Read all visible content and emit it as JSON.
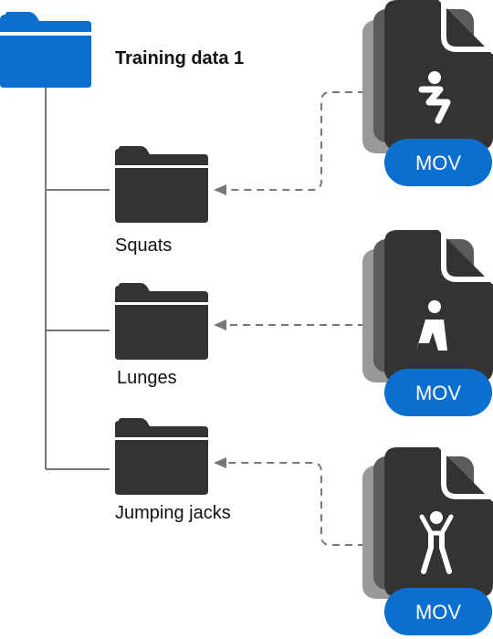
{
  "root_folder": {
    "label": "Training data 1",
    "icon": "folder-icon",
    "color": "#0A6FCF"
  },
  "subfolders": [
    {
      "label": "Squats",
      "icon": "folder-icon"
    },
    {
      "label": "Lunges",
      "icon": "folder-icon"
    },
    {
      "label": "Jumping jacks",
      "icon": "folder-icon"
    }
  ],
  "files": [
    {
      "badge": "MOV",
      "pictogram": "squat-figure-icon"
    },
    {
      "badge": "MOV",
      "pictogram": "lunge-figure-icon"
    },
    {
      "badge": "MOV",
      "pictogram": "jumping-jack-figure-icon"
    }
  ],
  "colors": {
    "folder_dark": "#333333",
    "badge_blue": "#0A6FCF",
    "stack_back": "#999999",
    "stack_mid": "#5B5B5B",
    "connector": "#777777"
  }
}
